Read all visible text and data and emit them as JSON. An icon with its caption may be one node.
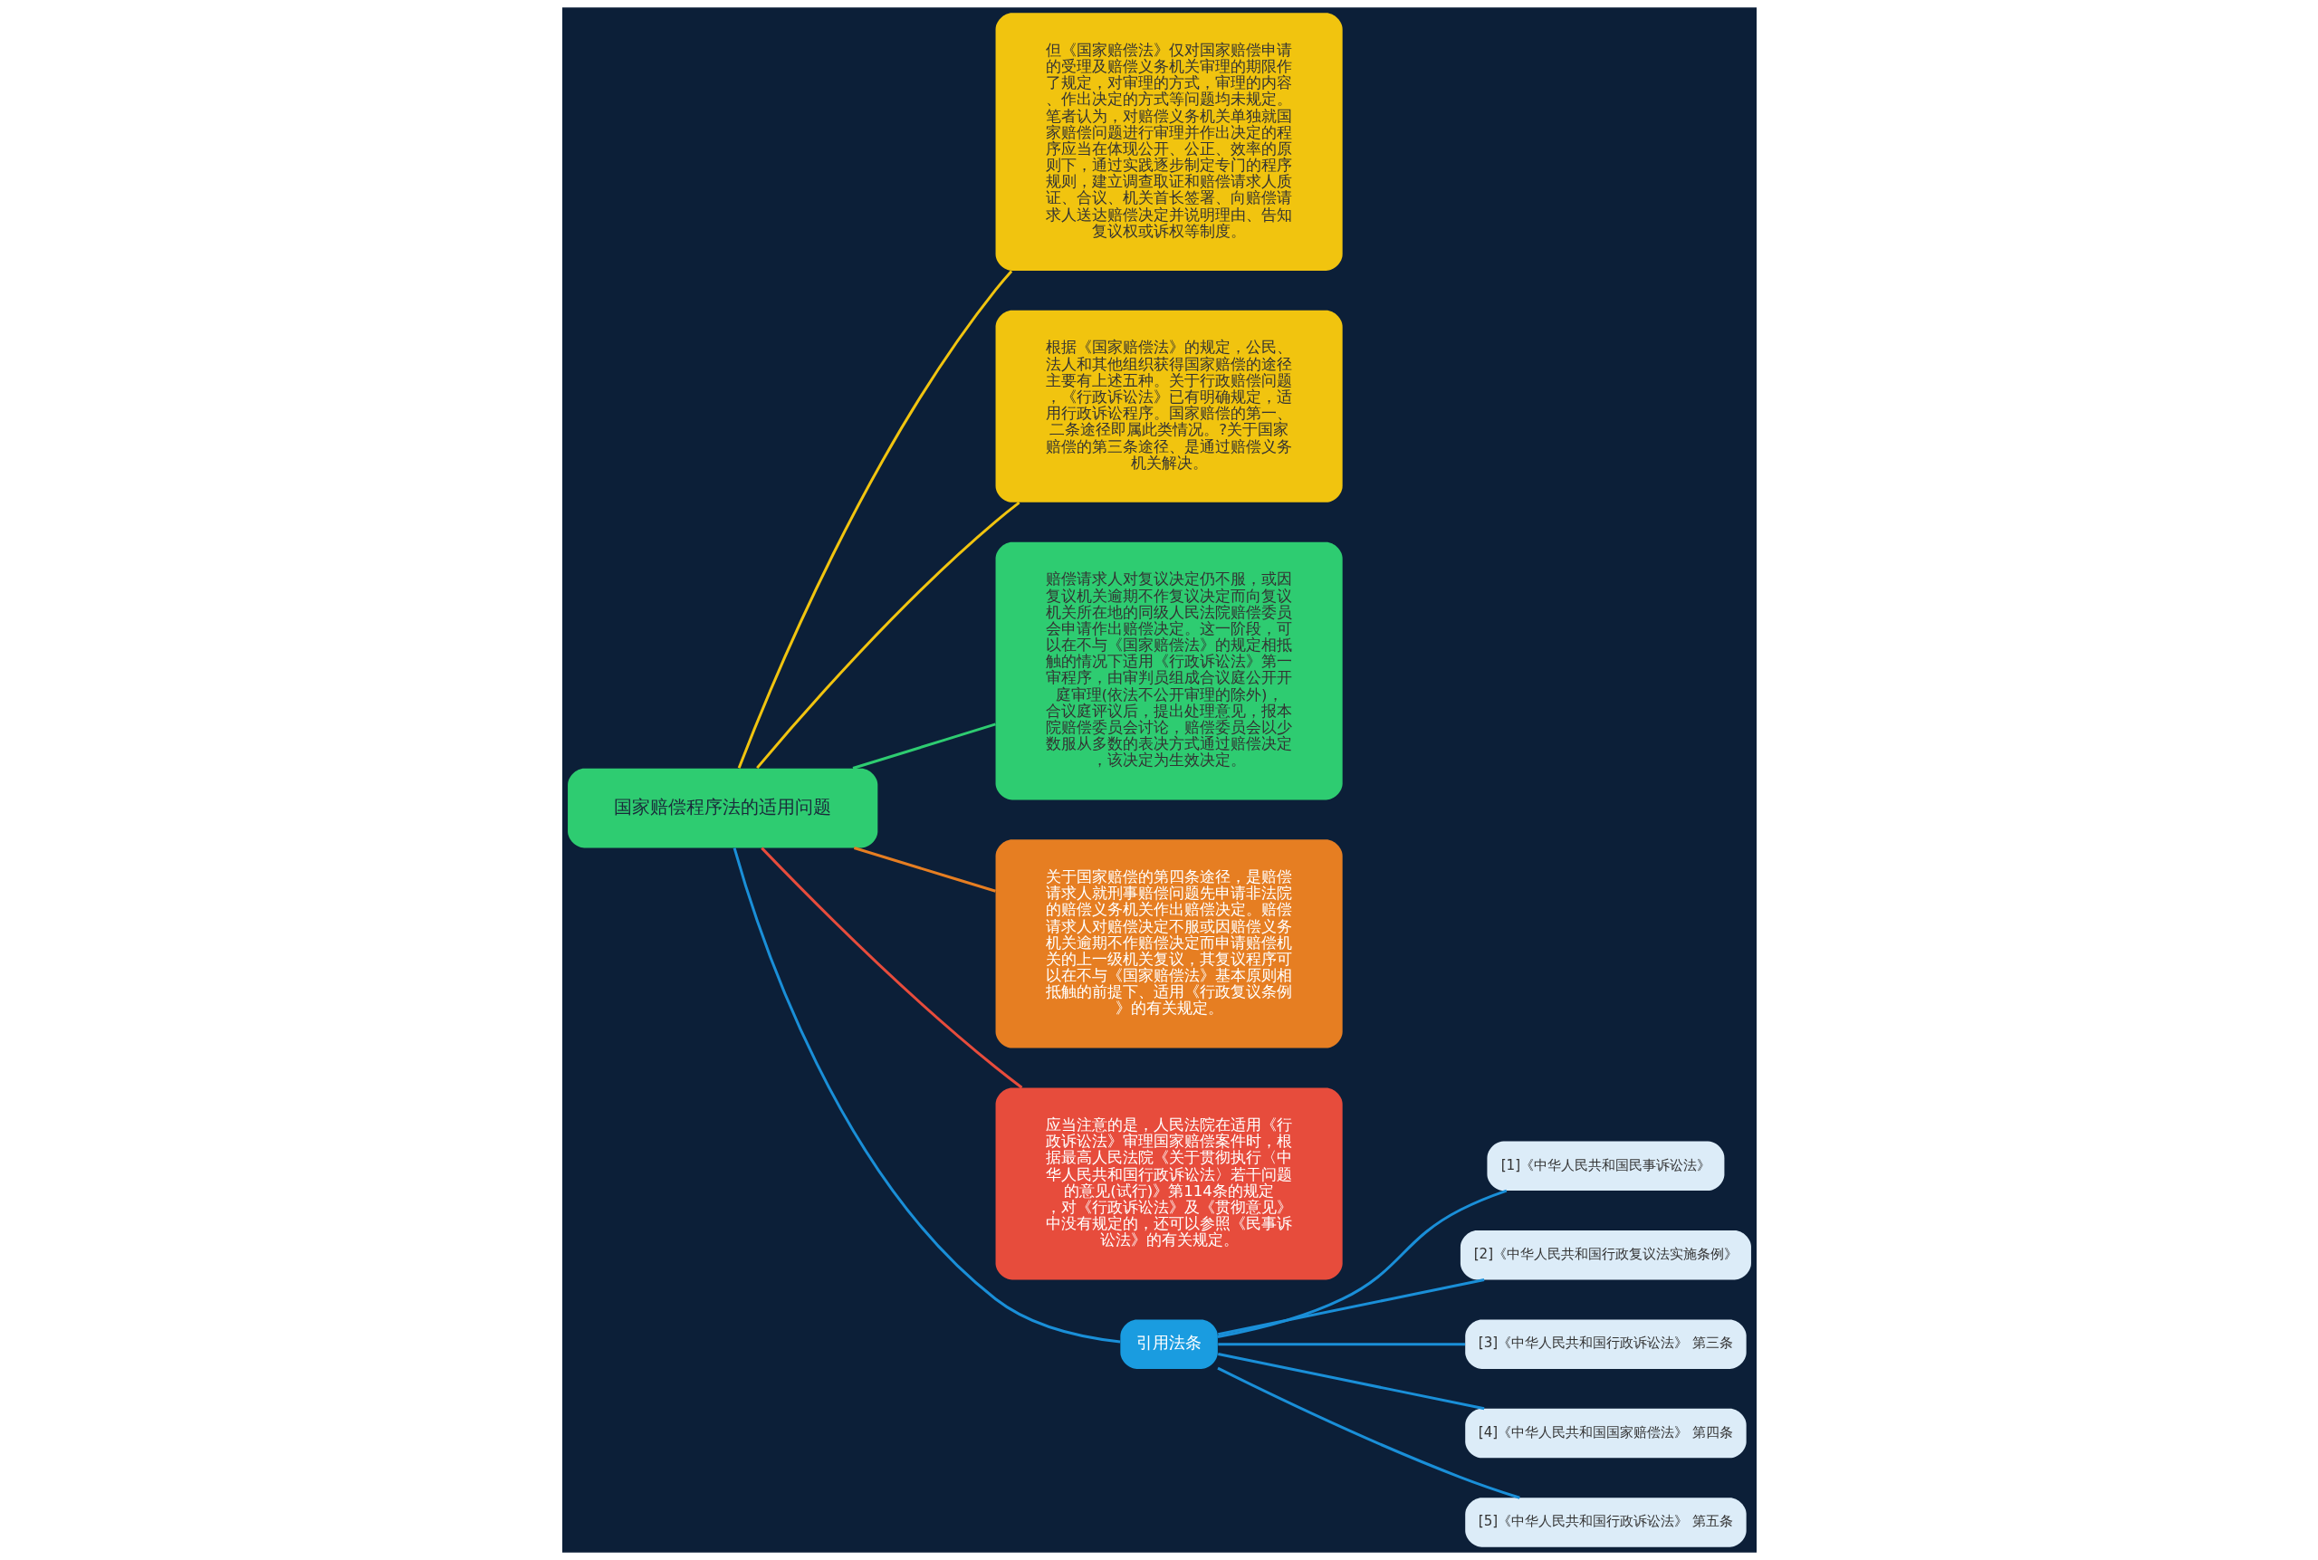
{
  "diagram": {
    "nodes": [
      {
        "text": [
          "国家赔偿程序法的适用问题"
        ]
      },
      {
        "text": [
          "但《国家赔偿法》仅对国家赔偿申请的受理及赔偿义务机关审理的期限作了规定，对审理的方式，审理的内容、作出决定的方式等问题均未规定。笔者认为，对赔偿义务机关单独就国家赔偿问题进行审理并作出决定的程序应当在体现公开、公正、效率的原则下，通过实践逐步制定专门的程序规则，建立调查取证和赔偿请求人质证、合议、机关首长签署、向赔偿请求人送达赔偿决定并说明理由、告知复议权或诉权等制度。"
        ]
      },
      {
        "text": [
          "根据《国家赔偿法》的规定，公民、法人和其他组织获得国家赔偿的途径主要有上述五种。关于行政赔偿问题，《行政诉讼法》已有明确规定，适用行政诉讼程序。国家赔偿的第一、二条途径即属此类情况。?关于国家赔偿的第三条途径、是通过赔偿义务机关解决。"
        ]
      },
      {
        "text": [
          "赔偿请求人对复议决定仍不服，或因复议机关逾期不作复议决定而向复议机关所在地的同级人民法院赔偿委员会申请作出赔偿决定。这一阶段，可以在不与《国家赔偿法》的规定相抵触的情况下适用《行政诉讼法》第一审程序，由审判员组成合议庭公开开庭审理(依法不公开审理的除外)，合议庭评议后，提出处理意见，报本院赔偿委员会讨论，赔偿委员会以少数服从多数的表决方式通过赔偿决定，该决定为生效决定。"
        ]
      },
      {
        "text": [
          "关于国家赔偿的第四条途径，是赔偿请求人就刑事赔偿问题先申请非法院的赔偿义务机关作出赔偿决定。赔偿请求人对赔偿决定不服或因赔偿义务机关逾期不作赔偿决定而申请赔偿机关的上一级机关复议，其复议程序可以在不与《国家赔偿法》基本原则相抵触的前提下、适用《行政复议条例》的有关规定。"
        ]
      },
      {
        "text": [
          "应当注意的是，人民法院在适用《行政诉讼法》审理国家赔偿案件时，根据最高人民法院《关于贯彻执行〈中华人民共和国行政诉讼法〉若干问题的意见(试行)》第114条的规定，对《行政诉讼法》及《贯彻意见》中没有规定的，还可以参照《民事诉讼法》的有关规定。"
        ]
      },
      {
        "text": [
          "引用法条"
        ]
      },
      {
        "text": [
          "[1]《中华人民共和国民事诉讼法》"
        ]
      },
      {
        "text": [
          "[2]《中华人民共和国行政复议法实施条例》"
        ]
      },
      {
        "text": [
          "[3]《中华人民共和国行政诉讼法》 第三条"
        ]
      },
      {
        "text": [
          "[4]《中华人民共和国国家赔偿法》 第四条"
        ]
      },
      {
        "text": [
          "[5]《中华人民共和国行政诉讼法》 第五条"
        ]
      }
    ],
    "edges": [
      {
        "from": 0,
        "to": 1,
        "arrow": "none",
        "color": "#f1c40f"
      },
      {
        "from": 0,
        "to": 2,
        "arrow": "none",
        "color": "#f1c40f"
      },
      {
        "from": 0,
        "to": 3,
        "arrow": "none",
        "color": "#2ecc71"
      },
      {
        "from": 0,
        "to": 4,
        "arrow": "none",
        "color": "#e67e22"
      },
      {
        "from": 0,
        "to": 5,
        "arrow": "none",
        "color": "#e74c3c"
      },
      {
        "from": 0,
        "to": 6,
        "arrow": "none"
      },
      {
        "from": 6,
        "to": 7,
        "arrow": "none"
      },
      {
        "from": 6,
        "to": 8,
        "arrow": "none"
      },
      {
        "from": 6,
        "to": 9,
        "arrow": "none"
      },
      {
        "from": 6,
        "to": 10,
        "arrow": "none"
      },
      {
        "from": 6,
        "to": 11,
        "arrow": "none"
      }
    ]
  }
}
